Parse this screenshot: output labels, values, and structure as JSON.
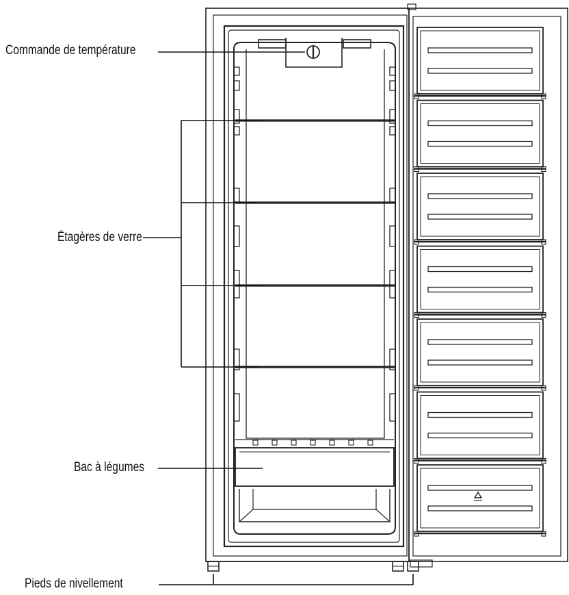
{
  "labels": {
    "temperature_control": "Commande de température",
    "glass_shelves": "Étagères de verre",
    "crisper": "Bac à légumes",
    "leveling_legs": "Pieds de nivellement"
  },
  "door_bins": {
    "count": 7
  },
  "shelves": {
    "count": 4
  }
}
